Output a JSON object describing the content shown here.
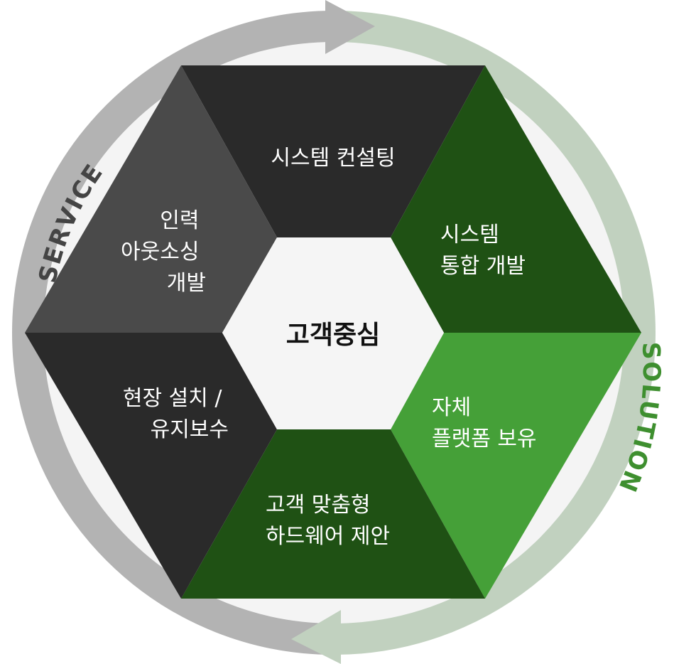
{
  "center": {
    "label": "고객중심"
  },
  "segments": [
    {
      "id": "top",
      "lines": [
        "시스템 컨설팅"
      ],
      "color": "#2a2a2a"
    },
    {
      "id": "upper-right",
      "lines": [
        "시스템",
        "통합 개발"
      ],
      "color": "#1f5114"
    },
    {
      "id": "lower-right",
      "lines": [
        "자체",
        "플랫폼 보유"
      ],
      "color": "#45a038"
    },
    {
      "id": "bottom",
      "lines": [
        "고객 맞춤형",
        "하드웨어 제안"
      ],
      "color": "#1f5114"
    },
    {
      "id": "lower-left",
      "lines": [
        "현장 설치 /",
        "유지보수"
      ],
      "color": "#2a2a2a"
    },
    {
      "id": "upper-left",
      "lines": [
        "인력",
        "아웃소싱",
        "개발"
      ],
      "color": "#4a4a4a"
    }
  ],
  "ring": {
    "service_label": "SERVICE",
    "solution_label": "SOLUTION",
    "service_color": "#b3b3b3",
    "solution_color": "#c1d1bf",
    "service_text_color": "#444444",
    "solution_text_color": "#3e8f2f",
    "inner_bg": "#f4f4f4"
  }
}
